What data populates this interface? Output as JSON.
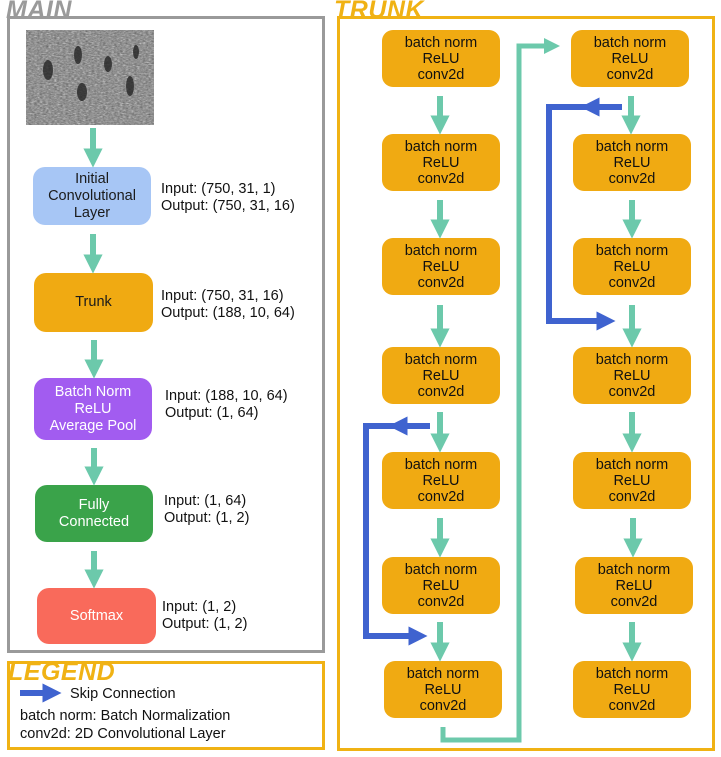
{
  "main": {
    "title": "MAIN",
    "blocks": [
      {
        "lines": [
          "Initial",
          "Convolutional",
          "Layer"
        ],
        "color": "#a7c6f5",
        "text_color": "#1b1b1b",
        "input": "Input: (750, 31, 1)",
        "output": "Output: (750, 31, 16)"
      },
      {
        "lines": [
          "Trunk"
        ],
        "color": "#f0aa12",
        "text_color": "#1b1b1b",
        "input": "Input: (750, 31, 16)",
        "output": "Output: (188, 10, 64)"
      },
      {
        "lines": [
          "Batch Norm",
          "ReLU",
          "Average Pool"
        ],
        "color": "#a25cf0",
        "text_color": "#ffffff",
        "input": "Input: (188, 10, 64)",
        "output": "Output: (1, 64)"
      },
      {
        "lines": [
          "Fully",
          "Connected"
        ],
        "color": "#3aa34a",
        "text_color": "#ffffff",
        "input": "Input: (1, 64)",
        "output": "Output: (1, 2)"
      },
      {
        "lines": [
          "Softmax"
        ],
        "color": "#f96a5b",
        "text_color": "#ffffff",
        "input": "Input: (1, 2)",
        "output": "Output: (1, 2)"
      }
    ]
  },
  "trunk": {
    "title": "TRUNK",
    "block_lines": [
      "batch norm",
      "ReLU",
      "conv2d"
    ],
    "block_count": 14
  },
  "legend": {
    "title": "LEGEND",
    "skip_label": "Skip Connection",
    "bn_def": "batch norm: Batch Normalization",
    "conv_def": "conv2d: 2D Convolutional Layer"
  },
  "colors": {
    "arrow": "#6cc9ab",
    "skip": "#3f63cf",
    "main_border": "#9a9a9a",
    "trunk_border": "#f0b214",
    "trunk_block": "#f0aa12"
  }
}
